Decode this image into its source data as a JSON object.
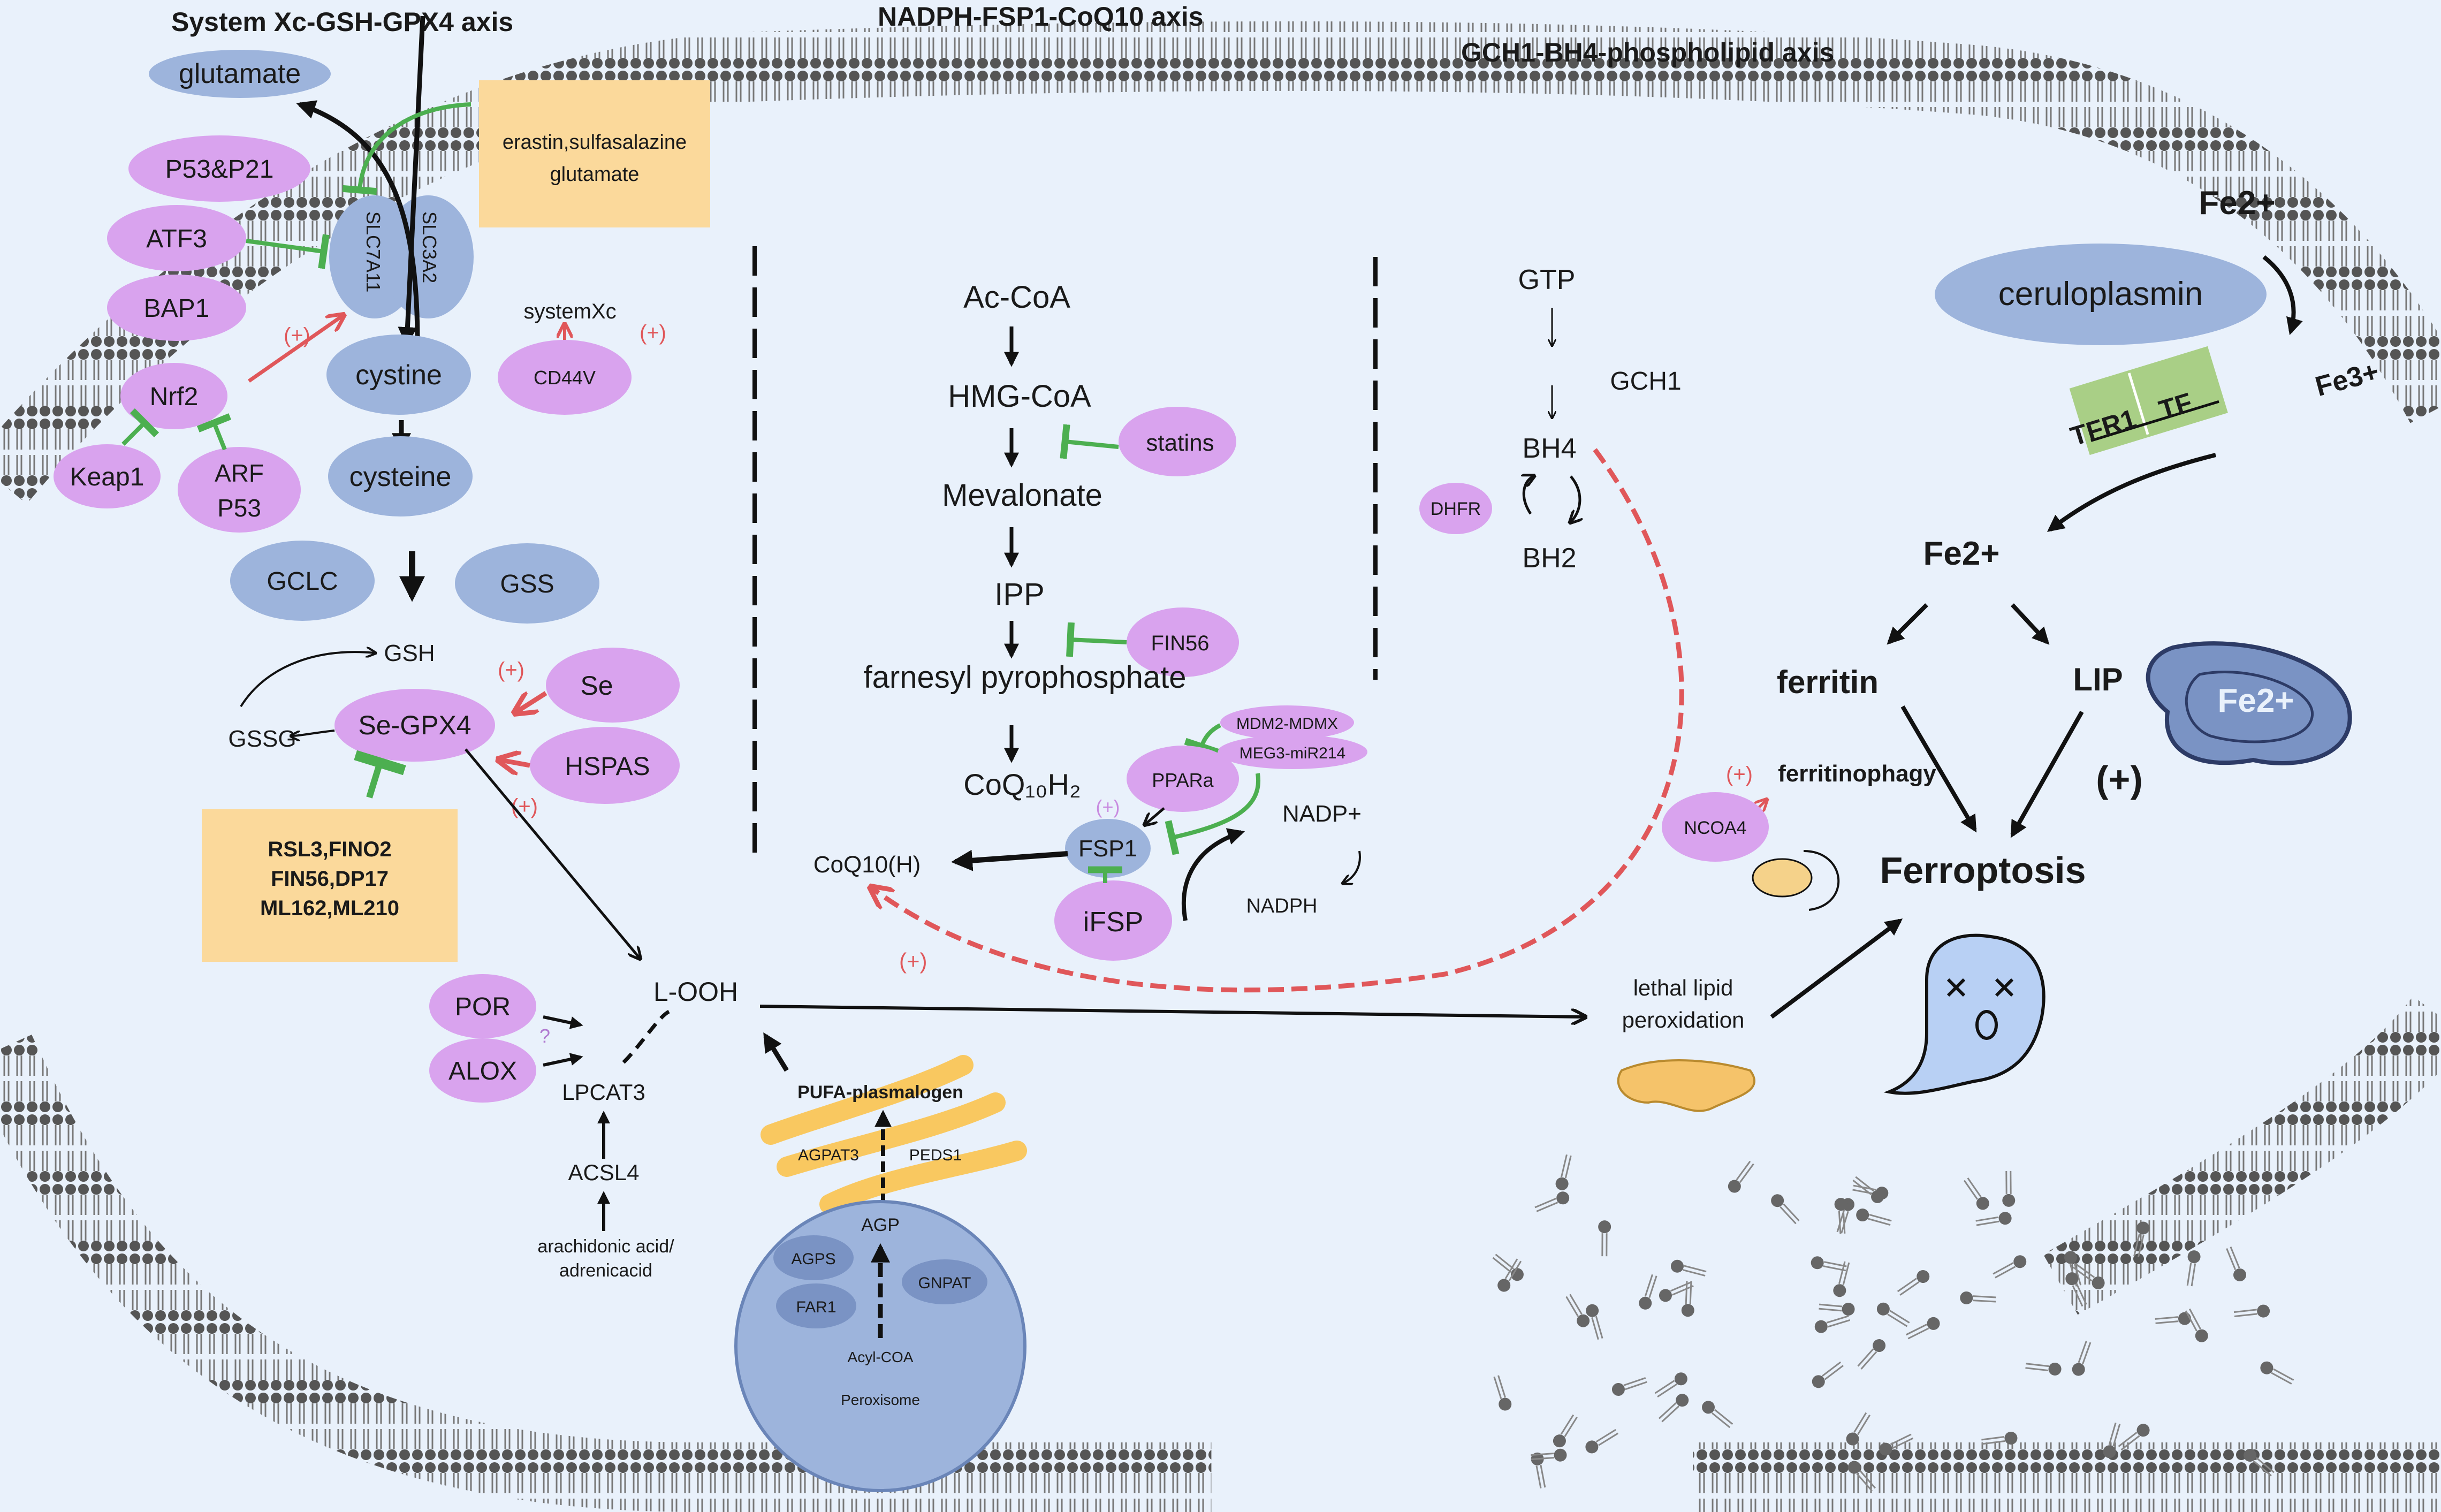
{
  "axes": {
    "gpx4": "System Xc-GSH-GPX4 axis",
    "fsp1": "NADPH-FSP1-CoQ10 axis",
    "gch1": "GCH1-BH4-phospholipid axis"
  },
  "left": {
    "glutamate": "glutamate",
    "inhibitors_top": [
      "erastin,sulfasalazine",
      "glutamate"
    ],
    "p53p21": "P53&P21",
    "atf3": "ATF3",
    "bap1": "BAP1",
    "nrf2": "Nrf2",
    "keap1": "Keap1",
    "arf_p53": [
      "ARF",
      "P53"
    ],
    "slc7a11": "SLC7A11",
    "slc3a2": "SLC3A2",
    "cystine": "cystine",
    "cysteine": "cysteine",
    "systemxc": "systemXc",
    "cd44v": "CD44V",
    "plus": "(+)",
    "gclc": "GCLC",
    "gss": "GSS",
    "gsh": "GSH",
    "gssg": "GSSG",
    "segpx4": "Se-GPX4",
    "se": "Se",
    "hspas": "HSPAS",
    "inhibitors_bottom": [
      "RSL3,FINO2",
      "FIN56,DP17",
      "ML162,ML210"
    ],
    "looh": "L-OOH",
    "por": "POR",
    "alox": "ALOX",
    "question": "?",
    "lpcat3": "LPCAT3",
    "acsl4": "ACSL4",
    "acid": [
      "arachidonic acid/",
      "adrenicacid"
    ]
  },
  "middle": {
    "acoa": "Ac-CoA",
    "hmgcoa": "HMG-CoA",
    "statins": "statins",
    "mevalonate": "Mevalonate",
    "ipp": "IPP",
    "fin56": "FIN56",
    "fpp": "farnesyl pyrophosphate",
    "coq10h2": "CoQ₁₀H₂",
    "mdm2": "MDM2-MDMX",
    "meg3": "MEG3-miR214",
    "ppara": "PPARa",
    "fsp1": "FSP1",
    "coq10h": "CoQ10(H)",
    "nadpplus": "NADP+",
    "nadph": "NADPH",
    "ifsp": "iFSP",
    "plus": "(+)",
    "pufa": "PUFA-plasmalogen",
    "agpat3": "AGPAT3",
    "peds1": "PEDS1",
    "agp": "AGP",
    "agps": "AGPS",
    "gnpat": "GNPAT",
    "far1": "FAR1",
    "acylcoa": "Acyl-COA",
    "peroxisome": "Peroxisome"
  },
  "right": {
    "gtp": "GTP",
    "gch1": "GCH1",
    "bh4": "BH4",
    "bh2": "BH2",
    "dhfr": "DHFR",
    "fe2_top": "Fe2+",
    "ceruloplasmin": "ceruloplasmin",
    "fe3": "Fe3+",
    "tfr1": "TFR1",
    "tf": "TF",
    "fe2_mid": "Fe2+",
    "ferritin": "ferritin",
    "lip": "LIP",
    "fe2_blob": "Fe2+",
    "plus": "(+)",
    "plus_small": "(+)",
    "ferritinophagy": "ferritinophagy",
    "ncoa4": "NCOA4",
    "ferroptosis": "Ferroptosis",
    "lethal": [
      "lethal  lipid",
      "peroxidation"
    ]
  },
  "colors": {
    "background": "#e9f1fb",
    "purple_node": "#d9a3ee",
    "blue_node": "#9db4dc",
    "yellow_box": "#fbd99b",
    "green_box": "#a9cf86",
    "inhibit_green": "#4caf50",
    "promote_red": "#e0575a",
    "membrane": "#555555"
  }
}
